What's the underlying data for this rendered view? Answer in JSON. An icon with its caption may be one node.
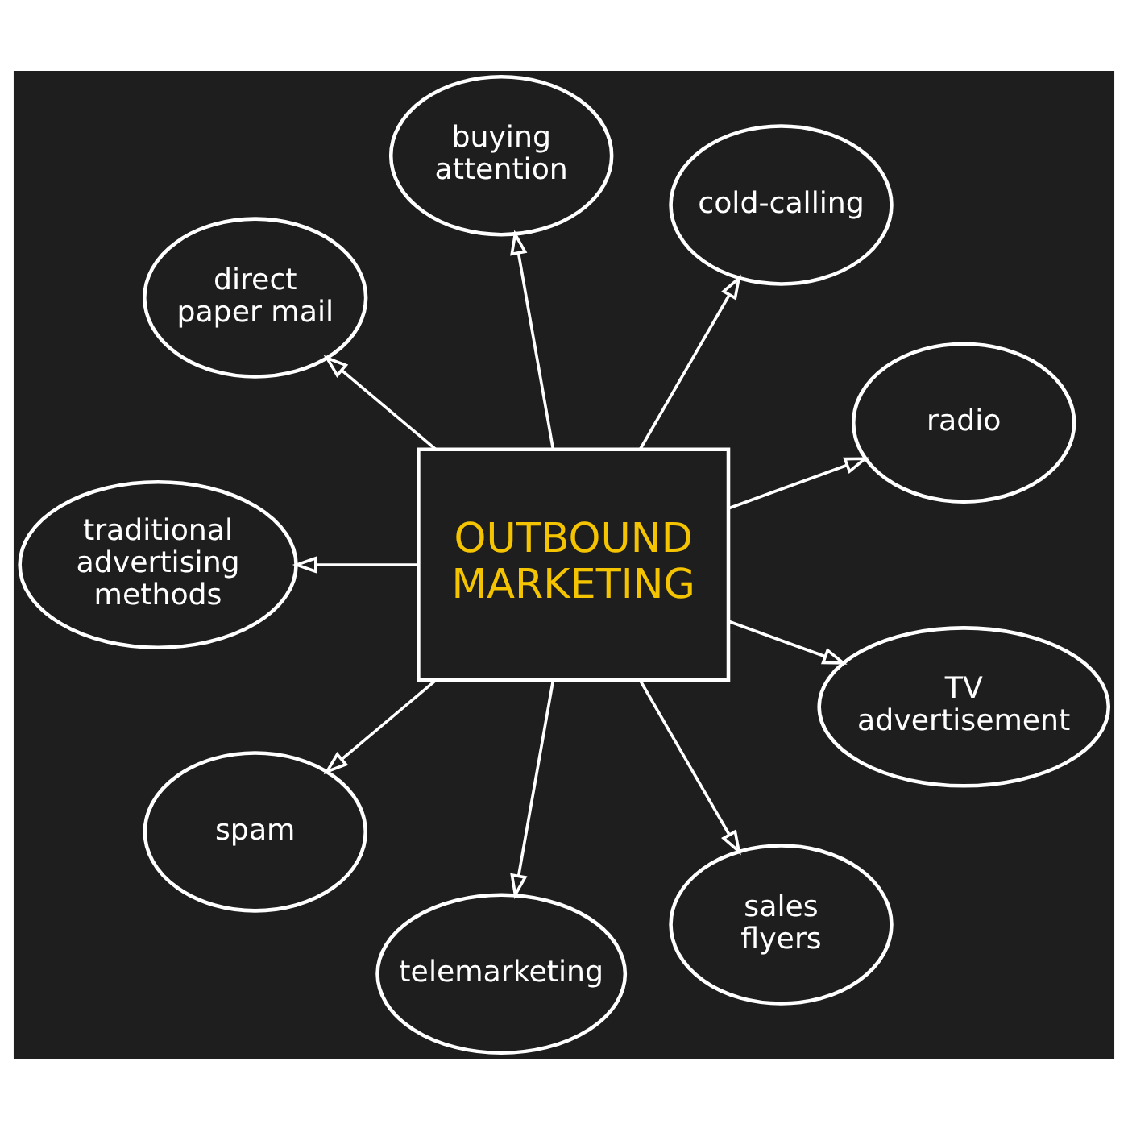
{
  "diagram": {
    "nodes": [
      {
        "text": [
          "direct paper mail"
        ]
      },
      {
        "text": [
          "buying attention"
        ]
      },
      {
        "text": [
          "cold-calling"
        ]
      },
      {
        "text": [
          "traditional advertising methods"
        ]
      },
      {
        "text": [
          "OUTBOUND MARKETING"
        ]
      },
      {
        "text": [
          "radio"
        ]
      },
      {
        "text": [
          "spam"
        ]
      },
      {
        "text": [
          "TV advertisement"
        ]
      },
      {
        "text": [
          "telemarketing"
        ]
      },
      {
        "text": [
          "sales flyers"
        ]
      }
    ],
    "edges": [
      {
        "from": 4,
        "to": 0,
        "arrow": "to"
      },
      {
        "from": 4,
        "to": 1,
        "arrow": "to"
      },
      {
        "from": 4,
        "to": 2,
        "arrow": "to"
      },
      {
        "from": 4,
        "to": 3,
        "arrow": "to"
      },
      {
        "from": 4,
        "to": 5,
        "arrow": "to"
      },
      {
        "from": 4,
        "to": 6,
        "arrow": "to"
      },
      {
        "from": 4,
        "to": 7,
        "arrow": "to"
      },
      {
        "from": 4,
        "to": 8,
        "arrow": "to"
      },
      {
        "from": 4,
        "to": 9,
        "arrow": "to"
      }
    ]
  }
}
